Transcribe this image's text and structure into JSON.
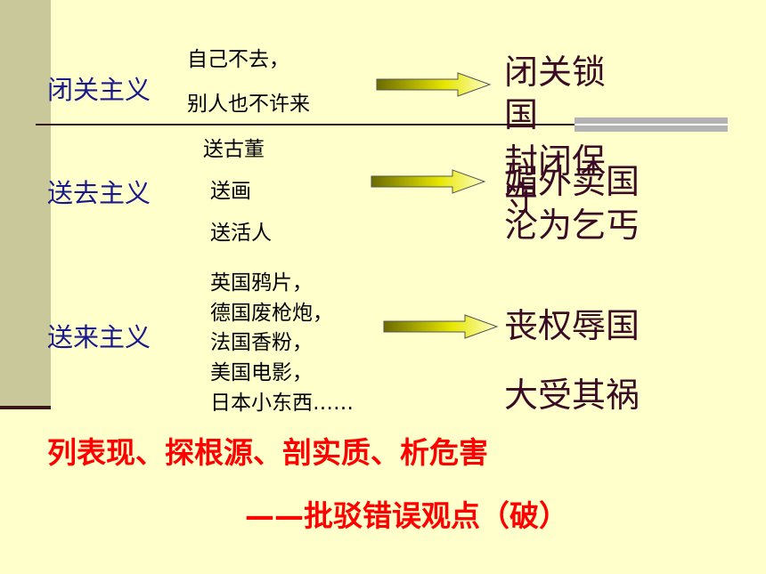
{
  "sections": [
    {
      "label": "闭关主义",
      "items": [
        "自己不去，",
        "别人也不许来"
      ],
      "results": [
        "闭关锁",
        "国",
        "封闭保",
        "守"
      ]
    },
    {
      "label": "送去主义",
      "items": [
        "送古董",
        "送画",
        "送活人"
      ],
      "results": [
        "媚外卖国",
        "沦为乞丐"
      ]
    },
    {
      "label": "送来主义",
      "items": [
        "英国鸦片，",
        "德国废枪炮，",
        "法国香粉，",
        "美国电影，",
        "日本小东西……"
      ],
      "results": [
        "丧权辱国",
        "大受其祸"
      ]
    }
  ],
  "summary": {
    "line1": "列表现、探根源、剖实质、析危害",
    "line2": "——批驳错误观点（破）"
  },
  "colors": {
    "background": "#ffffcc",
    "label": "#1a1a8a",
    "result": "#3b0a24",
    "summary": "#ff0000"
  }
}
